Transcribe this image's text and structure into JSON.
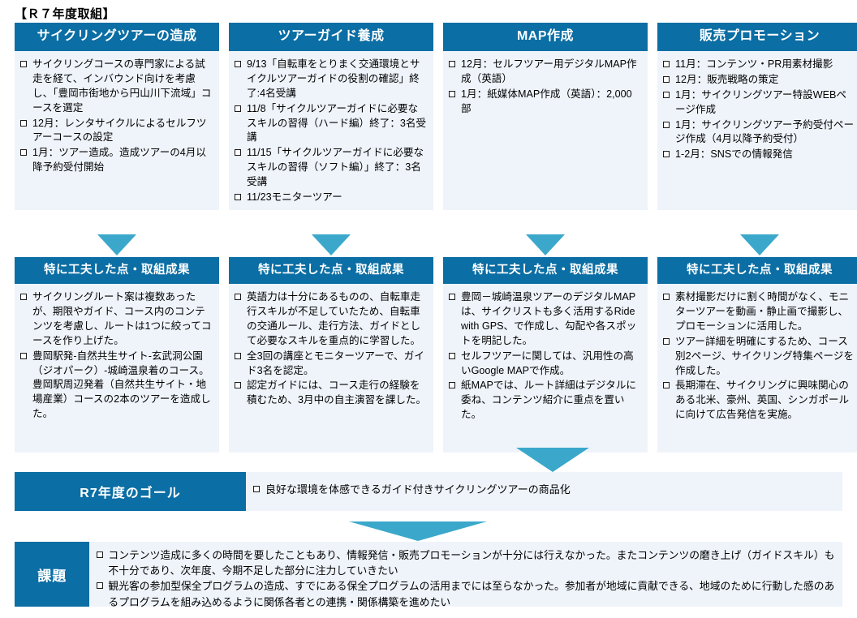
{
  "document": {
    "title": "【Ｒ７年度取組】",
    "colors": {
      "header_blue": "#0b6ea4",
      "body_blue": "#eff4fb",
      "arrow_cyan": "#3ba8cb"
    }
  },
  "row1": {
    "columns": [
      {
        "header": "サイクリングツアーの造成",
        "items": [
          "サイクリングコースの専門家による試走を経て、インバウンド向けを考慮し、「豊岡市街地から円山川下流域」コースを選定",
          "12月：レンタサイクルによるセルフツアーコースの設定",
          "1月：ツアー造成。造成ツアーの4月以降予約受付開始"
        ]
      },
      {
        "header": "ツアーガイド養成",
        "items": [
          "9/13「自転車をとりまく交通環境とサイクルツアーガイドの役割の確認」終了:4名受講",
          "11/8「サイクルツアーガイドに必要なスキルの習得（ハード編）終了：3名受講",
          "11/15「サイクルツアーガイドに必要なスキルの習得（ソフト編）」終了：3名受講",
          "11/23モニターツアー"
        ]
      },
      {
        "header": "MAP作成",
        "items": [
          "12月：セルフツアー用デジタルMAP作成（英語）",
          "1月：紙媒体MAP作成（英語）：2,000部"
        ]
      },
      {
        "header": "販売プロモーション",
        "items": [
          "11月：コンテンツ・PR用素材撮影",
          "12月：販売戦略の策定",
          "1月：サイクリングツアー特設WEBページ作成",
          "1月：サイクリングツアー予約受付ページ作成（4月以降予約受付）",
          "1-2月：SNSでの情報発信"
        ]
      }
    ]
  },
  "row2": {
    "columns": [
      {
        "header": "特に工夫した点・取組成果",
        "items": [
          "サイクリングルート案は複数あったが、期限やガイド、コース内のコンテンツを考慮し、ルートは1つに絞ってコースを作り上げた。",
          "豊岡駅発-自然共生サイト-玄武洞公園（ジオパーク）-城崎温泉着のコース。豊岡駅周辺発着（自然共生サイト・地場産業）コースの2本のツアーを造成した。"
        ]
      },
      {
        "header": "特に工夫した点・取組成果",
        "items": [
          "英語力は十分にあるものの、自転車走行スキルが不足していたため、自転車の交通ルール、走行方法、ガイドとして必要なスキルを重点的に学習した。",
          "全3回の講座とモニターツアーで、ガイド3名を認定。",
          "認定ガイドには、コース走行の経験を積むため、3月中の自主演習を課した。"
        ]
      },
      {
        "header": "特に工夫した点・取組成果",
        "items": [
          "豊岡－城崎温泉ツアーのデジタルMAPは、サイクリストも多く活用するRide with GPS、で作成し、勾配や各スポットを明記した。",
          "セルフツアーに関しては、汎用性の高いGoogle MAPで作成。",
          "紙MAPでは、ルート詳細はデジタルに委ね、コンテンツ紹介に重点を置いた。"
        ]
      },
      {
        "header": "特に工夫した点・取組成果",
        "items": [
          "素材撮影だけに割く時間がなく、モニターツアーを動画・静止画で撮影し、プロモーションに活用した。",
          "ツアー詳細を明確にするため、コース別2ページ、サイクリング特集ページを作成した。",
          "長期滞在、サイクリングに興味関心のある北米、豪州、英国、シンガポールに向けて広告発信を実施。"
        ]
      }
    ]
  },
  "goal": {
    "label": "R7年度のゴール",
    "items": [
      "良好な環境を体感できるガイド付きサイクリングツアーの商品化"
    ]
  },
  "issues": {
    "label": "課題",
    "items": [
      "コンテンツ造成に多くの時間を要したこともあり、情報発信・販売プロモーションが十分には行えなかった。またコンテンツの磨き上げ（ガイドスキル）も不十分であり、次年度、今期不足した部分に注力していきたい",
      "観光客の参加型保全プログラムの造成、すでにある保全プログラムの活用までには至らなかった。参加者が地域に貢献できる、地域のために行動した感のあるプログラムを組み込めるように関係各者との連携・関係構築を進めたい"
    ]
  }
}
